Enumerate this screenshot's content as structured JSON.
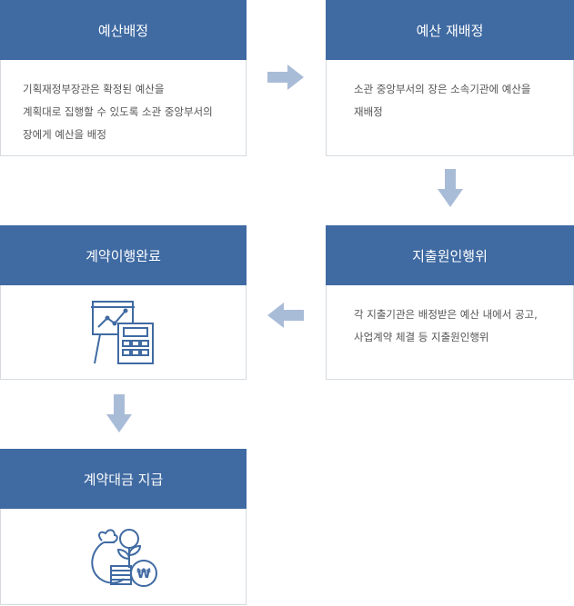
{
  "steps": [
    {
      "title": "예산배정",
      "lines": [
        "기획재정부장관은 확정된 예산을",
        "계획대로 집행할 수 있도록 소관 중앙부서의",
        "장에게 예산을 배정"
      ]
    },
    {
      "title": "예산 재배정",
      "lines": [
        "소관 중앙부서의 장은 소속기관에 예산을",
        "재배정"
      ]
    },
    {
      "title": "지출원인행위",
      "lines": [
        "각 지출기관은 배정받은 예산 내에서 공고,",
        "사업계약 체결 등 지출원인행위"
      ]
    },
    {
      "title": "계약이행완료",
      "icon": "presentation-calculator-icon"
    },
    {
      "title": "계약대금 지급",
      "icon": "money-bag-coins-won-icon"
    }
  ],
  "colors": {
    "header": "#3f6aa2",
    "arrow": "#a9bcd7",
    "icon": "#3f6aa2"
  }
}
